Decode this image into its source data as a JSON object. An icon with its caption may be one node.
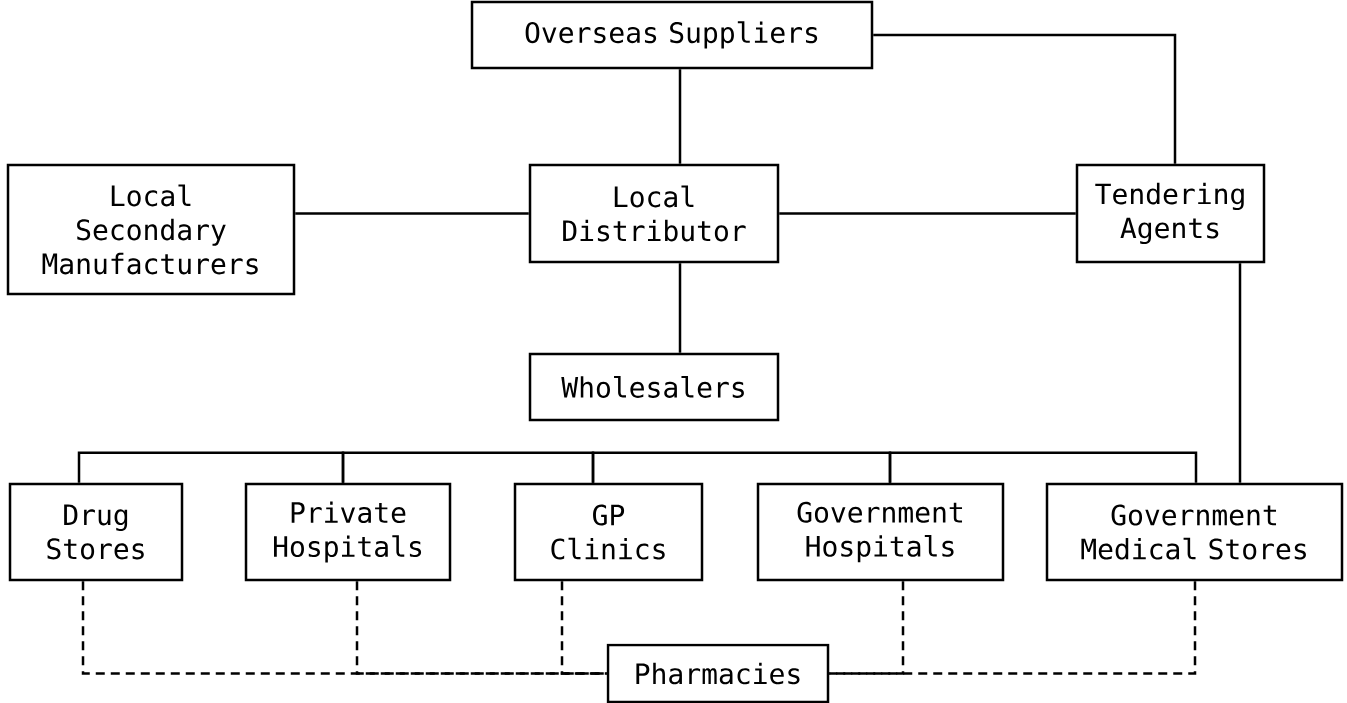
{
  "diagram": {
    "nodes": [
      {
        "text": [
          "Overseas Suppliers"
        ]
      },
      {
        "text": [
          "Local Secondary Manufacturers"
        ]
      },
      {
        "text": [
          "Local Distributor"
        ]
      },
      {
        "text": [
          "Tendering Agents"
        ]
      },
      {
        "text": [
          "Wholesalers"
        ]
      },
      {
        "text": [
          "Drug Stores"
        ]
      },
      {
        "text": [
          "Private Hospitals"
        ]
      },
      {
        "text": [
          "GP Clinics"
        ]
      },
      {
        "text": [
          "Government Hospitals"
        ]
      },
      {
        "text": [
          "Government Medical Stores"
        ]
      },
      {
        "text": [
          "Pharmacies"
        ]
      }
    ],
    "edges": [
      {
        "from": 0,
        "to": 2,
        "arrow": "none"
      },
      {
        "from": 0,
        "to": 3,
        "arrow": "none"
      },
      {
        "from": 1,
        "to": 2,
        "arrow": "none"
      },
      {
        "from": 2,
        "to": 3,
        "arrow": "none"
      },
      {
        "from": 2,
        "to": 4,
        "arrow": "none"
      },
      {
        "from": 3,
        "to": 9,
        "arrow": "none"
      },
      {
        "from": 5,
        "to": 6,
        "arrow": "none"
      },
      {
        "from": 6,
        "to": 7,
        "arrow": "none"
      },
      {
        "from": 7,
        "to": 8,
        "arrow": "none"
      },
      {
        "from": 8,
        "to": 9,
        "arrow": "none"
      },
      {
        "from": 5,
        "to": 10,
        "arrow": "none",
        "style": "dashed"
      },
      {
        "from": 6,
        "to": 10,
        "arrow": "none",
        "style": "dashed"
      },
      {
        "from": 7,
        "to": 10,
        "arrow": "none",
        "style": "dashed"
      },
      {
        "from": 8,
        "to": 10,
        "arrow": "none",
        "style": "dashed"
      },
      {
        "from": 9,
        "to": 10,
        "arrow": "none",
        "style": "dashed"
      }
    ]
  }
}
